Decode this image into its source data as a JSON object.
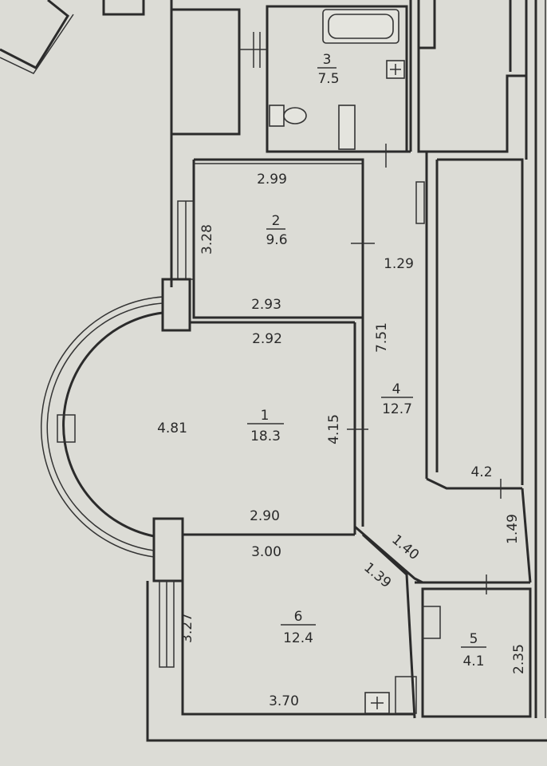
{
  "rooms": [
    {
      "number": "1",
      "area": "18.3"
    },
    {
      "number": "2",
      "area": "9.6"
    },
    {
      "number": "3",
      "area": "7.5"
    },
    {
      "number": "4",
      "area": "12.7"
    },
    {
      "number": "5",
      "area": "4.1"
    },
    {
      "number": "6",
      "area": "12.4"
    }
  ],
  "dimensions": {
    "d_2_99": "2.99",
    "d_3_28": "3.28",
    "d_2_93": "2.93",
    "d_2_92": "2.92",
    "d_4_81": "4.81",
    "d_4_15": "4.15",
    "d_2_90": "2.90",
    "d_1_29": "1.29",
    "d_7_51": "7.51",
    "d_4_2": "4.2",
    "d_1_49": "1.49",
    "d_1_40": "1.40",
    "d_1_39": "1.39",
    "d_3_00": "3.00",
    "d_3_27": "3.27",
    "d_3_70": "3.70",
    "d_2_35": "2.35"
  }
}
